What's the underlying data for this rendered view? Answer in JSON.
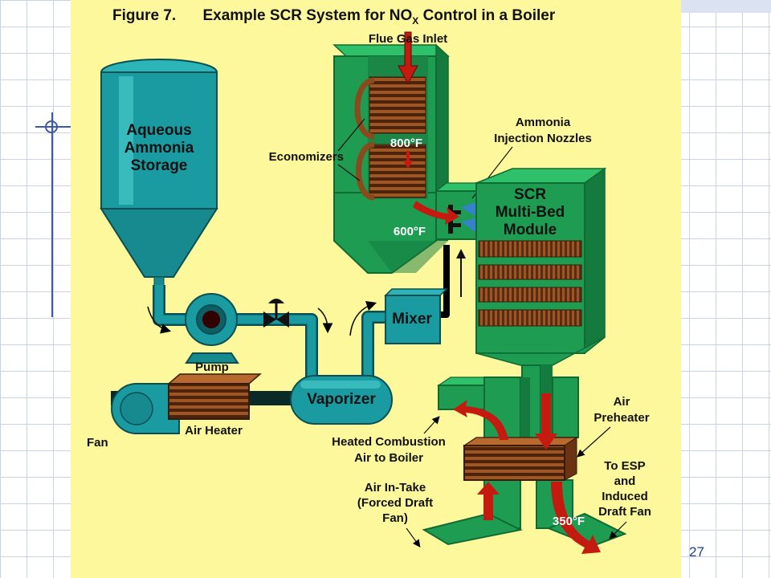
{
  "figure": {
    "number": "Figure 7.",
    "title_main": "Example SCR System for NO",
    "title_sub": "X",
    "title_end": " Control in a Boiler"
  },
  "labels": {
    "flue_gas_inlet": "Flue Gas Inlet",
    "aqueous_1": "Aqueous",
    "aqueous_2": "Ammonia",
    "aqueous_3": "Storage",
    "economizers": "Economizers",
    "temp_800": "800°F",
    "temp_600": "600°F",
    "ammonia_1": "Ammonia",
    "ammonia_2": "Injection Nozzles",
    "scr_1": "SCR",
    "scr_2": "Multi-Bed",
    "scr_3": "Module",
    "mixer": "Mixer",
    "pump": "Pump",
    "vaporizer": "Vaporizer",
    "fan": "Fan",
    "air_heater": "Air Heater",
    "air_pre_1": "Air",
    "air_pre_2": "Preheater",
    "heated_1": "Heated Combustion",
    "heated_2": "Air to Boiler",
    "esp_1": "To ESP",
    "esp_2": "and",
    "esp_3": "Induced",
    "esp_4": "Draft Fan",
    "intake_1": "Air In-Take",
    "intake_2": "(Forced Draft",
    "intake_3": "Fan)",
    "temp_350": "350°F"
  },
  "slide": {
    "page_number": "27"
  },
  "colors": {
    "background": "#fef89c",
    "green": "#1e9d52",
    "green_dark": "#0f6b34",
    "teal": "#178a90",
    "red_arrow": "#c51a10",
    "brown": "#7a3e1c"
  }
}
